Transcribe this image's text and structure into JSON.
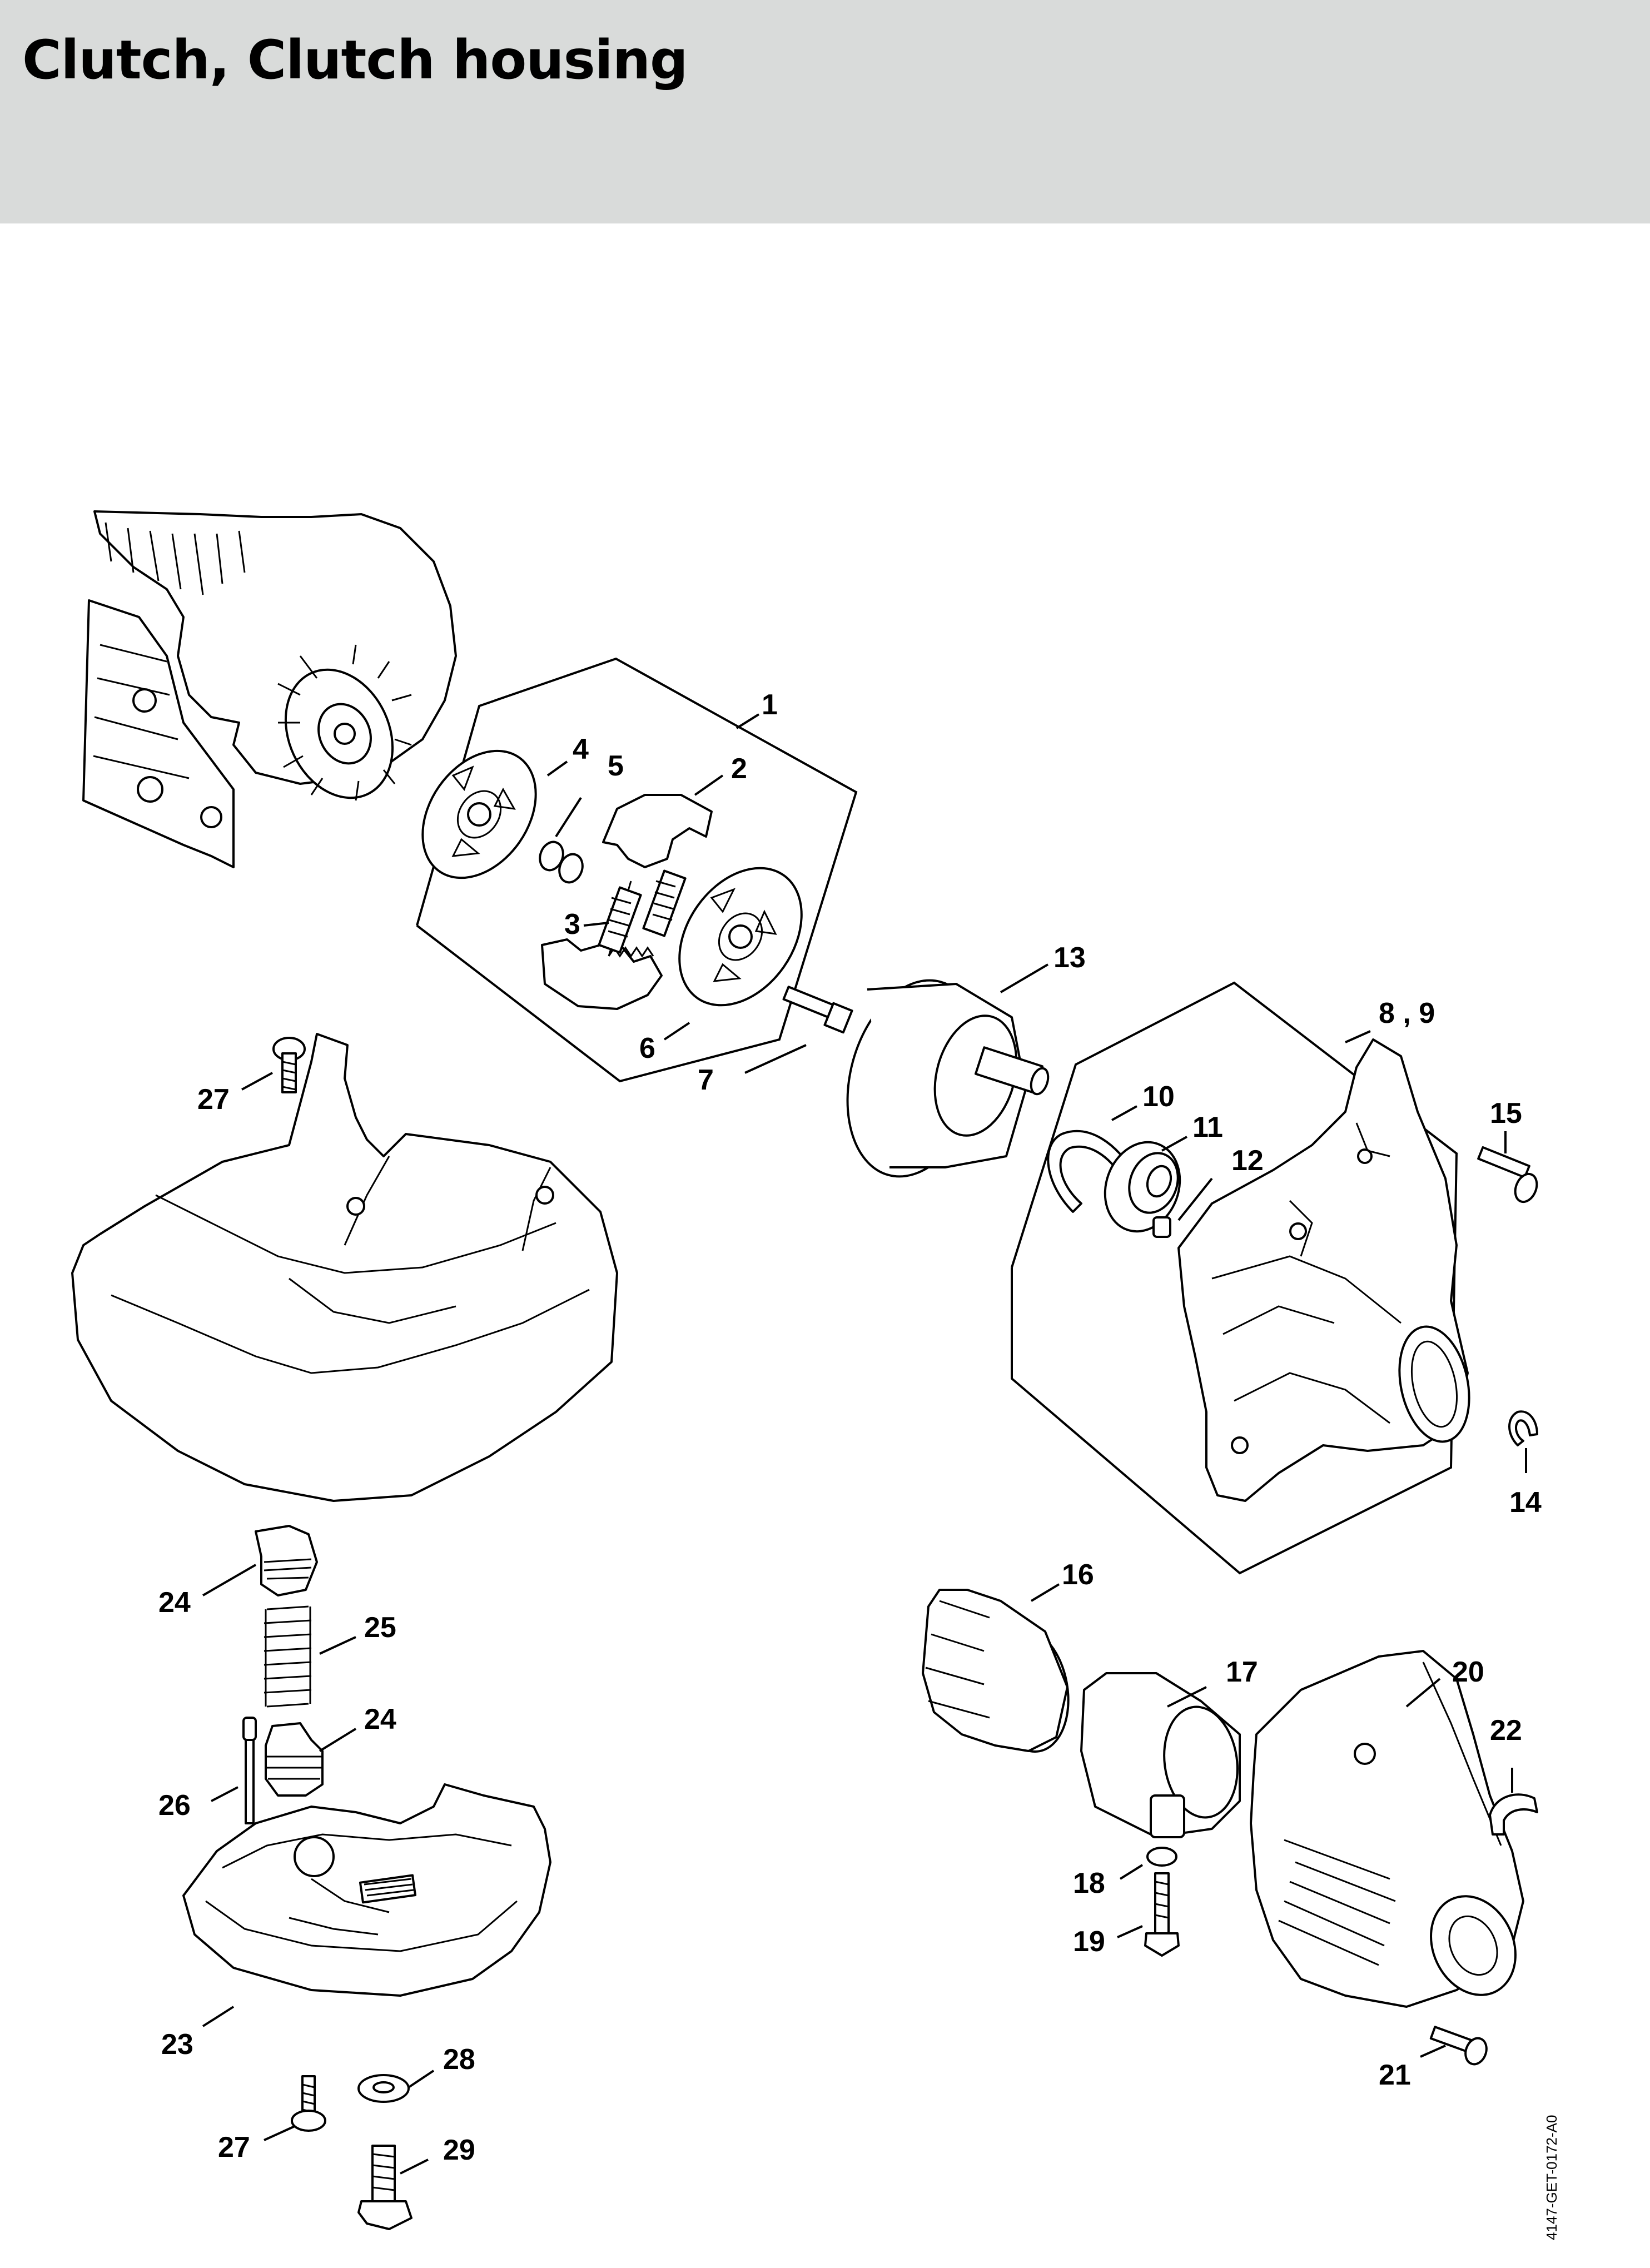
{
  "header": {
    "title": "Clutch, Clutch housing",
    "background": "#d9dbda"
  },
  "drawing_code": "4147-GET-0172-A0",
  "callouts": {
    "c1": "1",
    "c2": "2",
    "c3": "3",
    "c4": "4",
    "c5": "5",
    "c6": "6",
    "c7": "7",
    "c8_9": "8 , 9",
    "c10": "10",
    "c11": "11",
    "c12": "12",
    "c13": "13",
    "c14": "14",
    "c15": "15",
    "c16": "16",
    "c17": "17",
    "c18": "18",
    "c19": "19",
    "c20": "20",
    "c21": "21",
    "c22": "22",
    "c23": "23",
    "c24a": "24",
    "c24b": "24",
    "c25": "25",
    "c26": "26",
    "c27a": "27",
    "c27b": "27",
    "c28": "28",
    "c29": "29"
  }
}
